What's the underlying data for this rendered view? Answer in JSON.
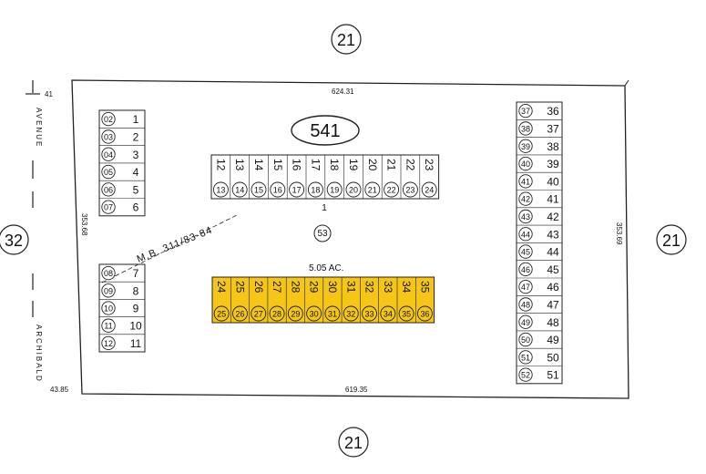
{
  "map": {
    "book_page": "541",
    "acreage": "5.05 AC.",
    "parcel_label": "1",
    "parcel_circle": "53",
    "map_book_ref": "M.B. 311/83-84",
    "street_name": "ARCHIBALD AVENUE",
    "street_name_top": "AVENUE",
    "street_name_bottom": "ARCHIBALD",
    "adjacent": {
      "top": "21",
      "bottom": "21",
      "left": "32",
      "right": "21"
    },
    "dimensions": {
      "top": "624.31",
      "bottom": "619.35",
      "left": "353.68",
      "right": "353.69",
      "top_left": "41",
      "bottom_left": "43.85"
    },
    "highlight_color": "#f5c518",
    "groups": {
      "left_top": [
        {
          "c": "02",
          "n": "1"
        },
        {
          "c": "03",
          "n": "2"
        },
        {
          "c": "04",
          "n": "3"
        },
        {
          "c": "05",
          "n": "4"
        },
        {
          "c": "06",
          "n": "5"
        },
        {
          "c": "07",
          "n": "6"
        }
      ],
      "left_bottom": [
        {
          "c": "08",
          "n": "7"
        },
        {
          "c": "09",
          "n": "8"
        },
        {
          "c": "10",
          "n": "9"
        },
        {
          "c": "11",
          "n": "10"
        },
        {
          "c": "12",
          "n": "11"
        }
      ],
      "right": [
        {
          "c": "37",
          "n": "36"
        },
        {
          "c": "38",
          "n": "37"
        },
        {
          "c": "39",
          "n": "38"
        },
        {
          "c": "40",
          "n": "39"
        },
        {
          "c": "41",
          "n": "40"
        },
        {
          "c": "42",
          "n": "41"
        },
        {
          "c": "43",
          "n": "42"
        },
        {
          "c": "44",
          "n": "43"
        },
        {
          "c": "45",
          "n": "44"
        },
        {
          "c": "46",
          "n": "45"
        },
        {
          "c": "47",
          "n": "46"
        },
        {
          "c": "48",
          "n": "47"
        },
        {
          "c": "49",
          "n": "48"
        },
        {
          "c": "50",
          "n": "49"
        },
        {
          "c": "51",
          "n": "50"
        },
        {
          "c": "52",
          "n": "51"
        }
      ],
      "top_row": [
        {
          "n": "12",
          "c": "13"
        },
        {
          "n": "13",
          "c": "14"
        },
        {
          "n": "14",
          "c": "15"
        },
        {
          "n": "15",
          "c": "16"
        },
        {
          "n": "16",
          "c": "17"
        },
        {
          "n": "17",
          "c": "18"
        },
        {
          "n": "18",
          "c": "19"
        },
        {
          "n": "19",
          "c": "20"
        },
        {
          "n": "20",
          "c": "21"
        },
        {
          "n": "21",
          "c": "22"
        },
        {
          "n": "22",
          "c": "23"
        },
        {
          "n": "23",
          "c": "24"
        }
      ],
      "middle_row": [
        {
          "n": "24",
          "c": "25"
        },
        {
          "n": "25",
          "c": "26"
        },
        {
          "n": "26",
          "c": "27"
        },
        {
          "n": "27",
          "c": "28"
        },
        {
          "n": "28",
          "c": "29"
        },
        {
          "n": "29",
          "c": "30"
        },
        {
          "n": "30",
          "c": "31"
        },
        {
          "n": "31",
          "c": "32"
        },
        {
          "n": "32",
          "c": "33"
        },
        {
          "n": "33",
          "c": "34"
        },
        {
          "n": "34",
          "c": "35"
        },
        {
          "n": "35",
          "c": "36"
        }
      ]
    }
  }
}
